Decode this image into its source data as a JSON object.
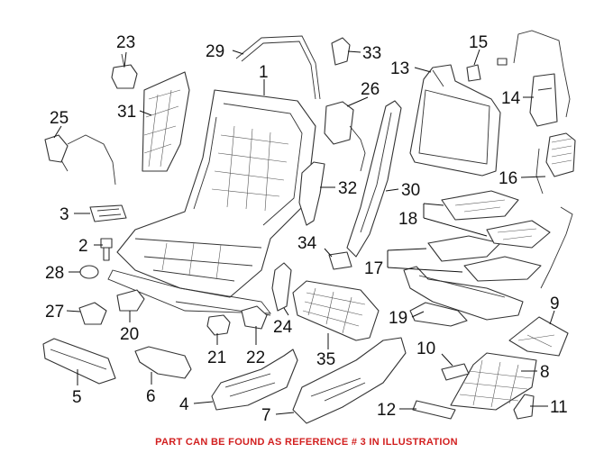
{
  "callouts": {
    "n1": "1",
    "n2": "2",
    "n3": "3",
    "n4": "4",
    "n5": "5",
    "n6": "6",
    "n7": "7",
    "n8": "8",
    "n9": "9",
    "n10": "10",
    "n11": "11",
    "n12": "12",
    "n13": "13",
    "n14": "14",
    "n15": "15",
    "n16": "16",
    "n17": "17",
    "n18": "18",
    "n19": "19",
    "n20": "20",
    "n21": "21",
    "n22": "22",
    "n23": "23",
    "n24": "24",
    "n25": "25",
    "n26": "26",
    "n27": "27",
    "n28": "28",
    "n29": "29",
    "n30": "30",
    "n31": "31",
    "n32": "32",
    "n33": "33",
    "n34": "34",
    "n35": "35"
  },
  "caption": "PART CAN BE FOUND AS REFERENCE # 3 IN ILLUSTRATION",
  "colors": {
    "caption": "#d21f1f",
    "lines": "#333333"
  }
}
